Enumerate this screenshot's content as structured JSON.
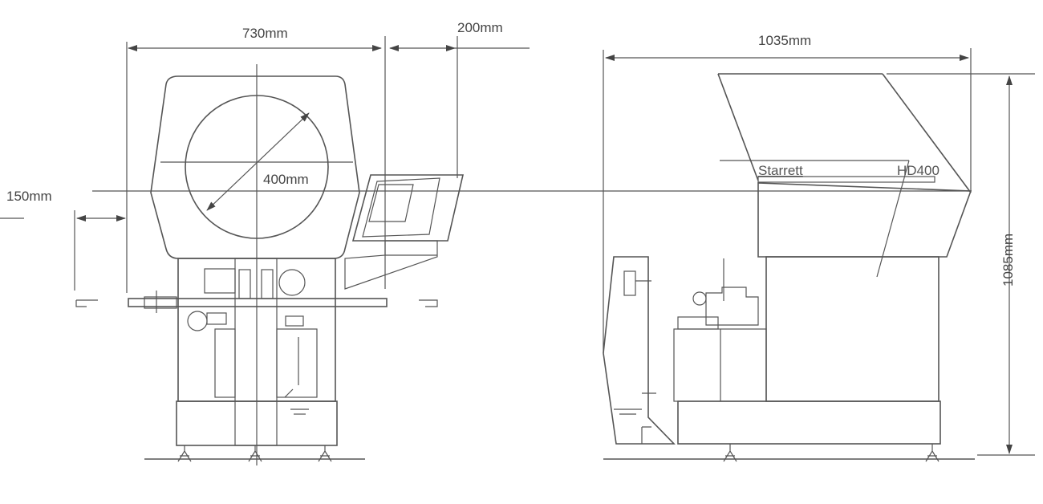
{
  "dimensions": {
    "width_front": "730mm",
    "panel_offset": "200mm",
    "left_offset": "150mm",
    "screen_diameter": "400mm",
    "depth": "1035mm",
    "height": "1085mm"
  },
  "branding": {
    "maker": "Starrett",
    "model": "HD400"
  },
  "colors": {
    "line": "#555555",
    "background": "#ffffff"
  }
}
